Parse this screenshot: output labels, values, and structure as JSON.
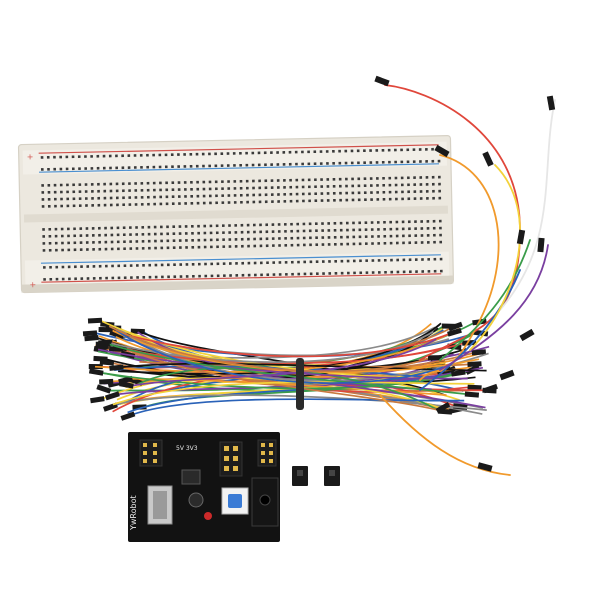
{
  "image": {
    "subject": "breadboard-kit-product-photo",
    "background_color": "#ffffff"
  },
  "breadboard": {
    "body_color": "#ece8df",
    "rail_red": "#d0504a",
    "rail_blue": "#4a8fd0",
    "rail_marks": [
      "+",
      "-"
    ]
  },
  "wires": {
    "colors": [
      "#e0473b",
      "#f19a2c",
      "#f3d23a",
      "#3a9c4a",
      "#2a62b8",
      "#7a3fa0",
      "#c97a3f",
      "#8a8a8a",
      "#111111"
    ]
  },
  "power_module": {
    "board_color": "#121212",
    "pin_header_label": "5V 3V3",
    "logo_text": "YwRobot"
  },
  "jumpers": {
    "color": "#1a1a1a"
  }
}
